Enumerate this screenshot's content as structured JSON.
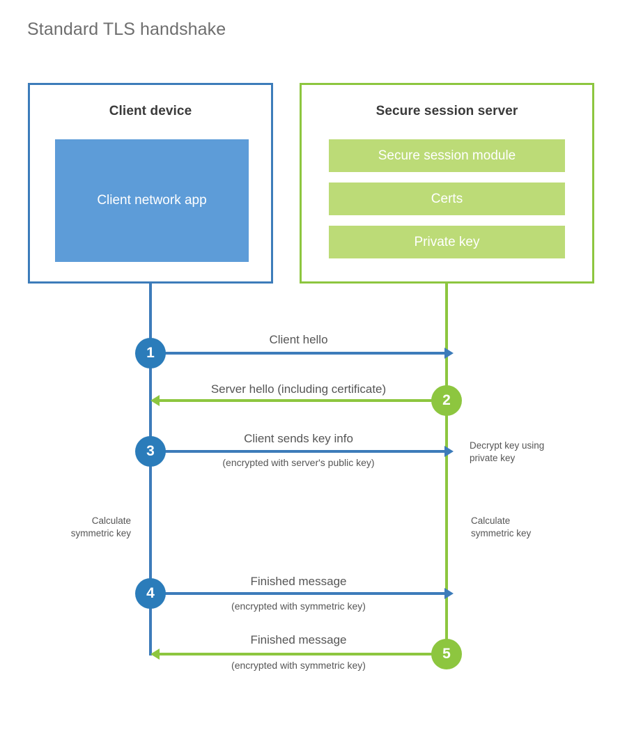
{
  "title": "Standard TLS handshake",
  "colors": {
    "client_accent": "#3d7cba",
    "client_badge": "#2b7cba",
    "client_fill": "#5d9cd8",
    "server_accent": "#8dc63f",
    "server_fill": "#bcdb77",
    "title_text": "#6e6e6e",
    "heading_text": "#3a3a3a",
    "label_text": "#555555",
    "background": "#ffffff"
  },
  "client": {
    "title": "Client device",
    "app_label": "Client network app"
  },
  "server": {
    "title": "Secure session server",
    "components": [
      {
        "label": "Secure session module"
      },
      {
        "label": "Certs"
      },
      {
        "label": "Private key"
      }
    ]
  },
  "steps": [
    {
      "number": "1",
      "label": "Client hello",
      "sublabel": "",
      "direction": "client-to-server",
      "color": "#3d7cba"
    },
    {
      "number": "2",
      "label": "Server hello (including certificate)",
      "sublabel": "",
      "direction": "server-to-client",
      "color": "#8dc63f"
    },
    {
      "number": "3",
      "label": "Client sends key info",
      "sublabel": "(encrypted with server's public key)",
      "direction": "client-to-server",
      "color": "#3d7cba"
    },
    {
      "number": "4",
      "label": "Finished message",
      "sublabel": "(encrypted with symmetric key)",
      "direction": "client-to-server",
      "color": "#3d7cba"
    },
    {
      "number": "5",
      "label": "Finished message",
      "sublabel": "(encrypted with symmetric key)",
      "direction": "server-to-client",
      "color": "#8dc63f"
    }
  ],
  "annotations": {
    "server_decrypt": "Decrypt key using\nprivate key",
    "client_calculate": "Calculate\nsymmetric key",
    "server_calculate": "Calculate\nsymmetric key"
  }
}
